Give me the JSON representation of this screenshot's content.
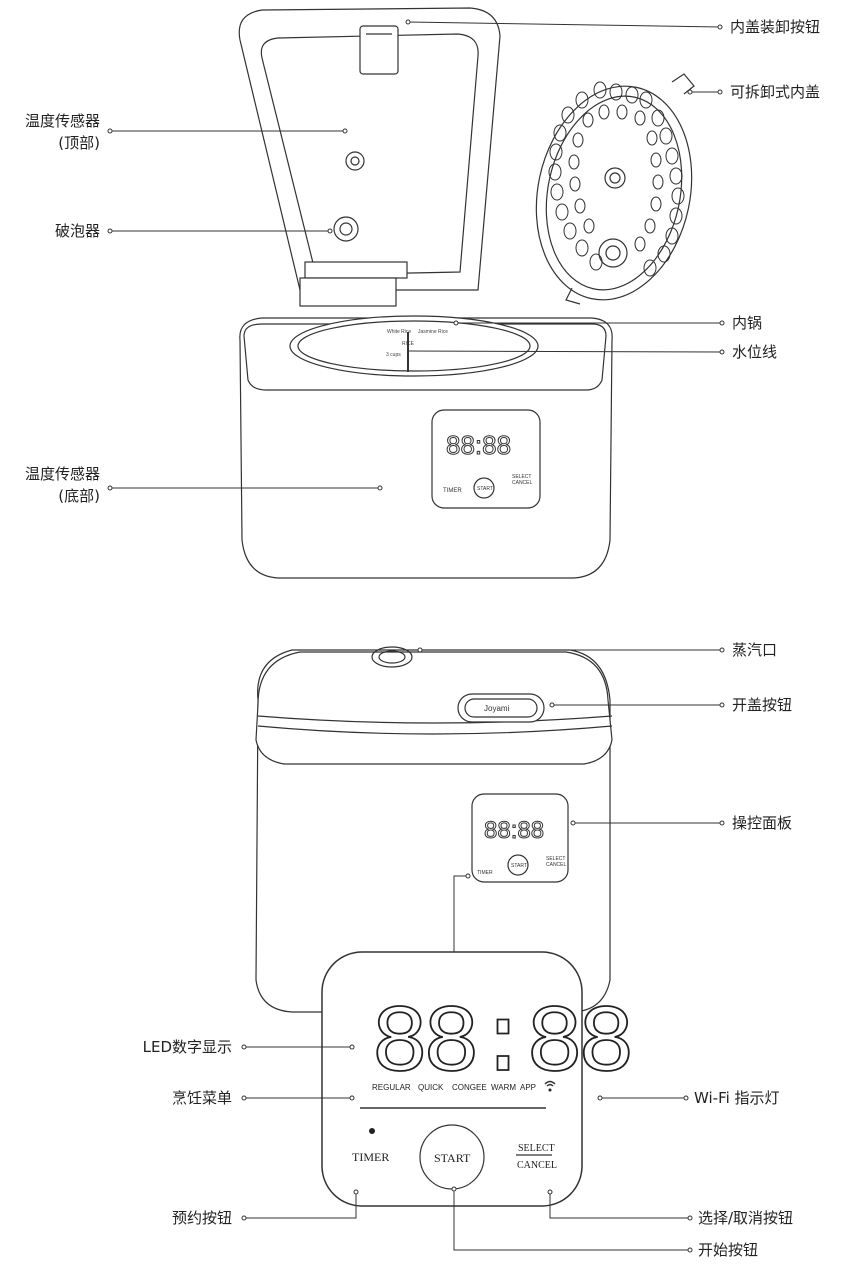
{
  "labels": {
    "inner_lid_release_button": "内盖装卸按钮",
    "removable_inner_lid": "可拆卸式内盖",
    "temp_sensor_top_line1": "温度传感器",
    "temp_sensor_top_line2": "(顶部)",
    "bubble_breaker": "破泡器",
    "inner_pot": "内锅",
    "water_level_line": "水位线",
    "temp_sensor_bottom_line1": "温度传感器",
    "temp_sensor_bottom_line2": "(底部)",
    "steam_vent": "蒸汽口",
    "lid_open_button": "开盖按钮",
    "control_panel": "操控面板",
    "led_display": "LED数字显示",
    "cooking_menu": "烹饪菜单",
    "wifi_indicator": "Wi-Fi 指示灯",
    "timer_button": "预约按钮",
    "select_cancel_button": "选择/取消按钮",
    "start_button": "开始按钮"
  },
  "panel": {
    "digits": "88:88",
    "menu": [
      "REGULAR",
      "QUICK",
      "CONGEE",
      "WARM",
      "APP"
    ],
    "timer": "TIMER",
    "start": "START",
    "select": "SELECT",
    "cancel": "CANCEL"
  },
  "pot_marks": {
    "white_rice": "White Rice",
    "jasmine_rice": "Jasmine Rice",
    "rice": "RICE",
    "cups": "3 cups"
  },
  "brand": "Joyami"
}
